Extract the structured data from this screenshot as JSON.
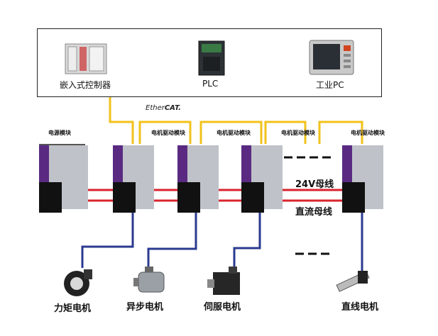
{
  "controllers": [
    {
      "label": "嵌入式控制器",
      "icon": "embedded-controller"
    },
    {
      "label": "PLC",
      "icon": "plc"
    },
    {
      "label": "工业PC",
      "icon": "industrial-pc"
    }
  ],
  "ethercat": {
    "text": "Ether",
    "bold": "CAT."
  },
  "modules": [
    "电源模块",
    "电机驱动模块",
    "电机驱动模块",
    "电机驱动模块",
    "电机驱动模块"
  ],
  "buses": {
    "dc24": "24V母线",
    "dc": "直流母线"
  },
  "motors": [
    "力矩电机",
    "异步电机",
    "伺服电机",
    "直线电机"
  ],
  "colors": {
    "ethercat_line": "#f2c21b",
    "motor_cable": "#2b3a8f",
    "bus_red": "#d9232d",
    "module_purple": "#5a2a82"
  }
}
